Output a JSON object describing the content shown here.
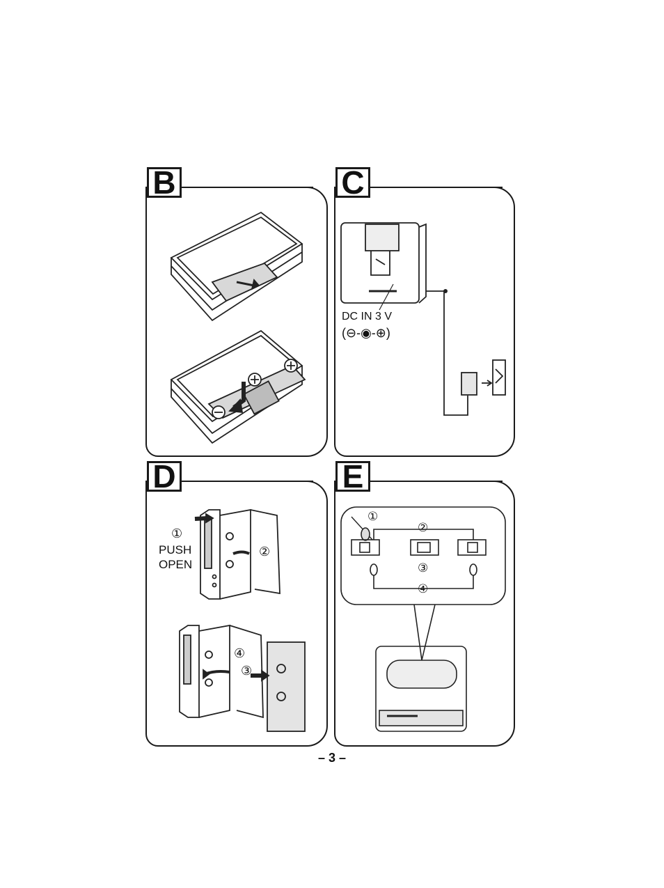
{
  "panels": {
    "b": {
      "letter": "B"
    },
    "c": {
      "letter": "C",
      "dc_label": "DC IN 3 V",
      "polarity": "(⊖-◉-⊕)"
    },
    "d": {
      "letter": "D",
      "step1": "①",
      "push": "PUSH",
      "open": "OPEN",
      "step2": "②",
      "step3": "③",
      "step4": "④"
    },
    "e": {
      "letter": "E",
      "step1": "①",
      "step2": "②",
      "step3": "③",
      "step4": "④"
    }
  },
  "page_number": "– 3 –"
}
